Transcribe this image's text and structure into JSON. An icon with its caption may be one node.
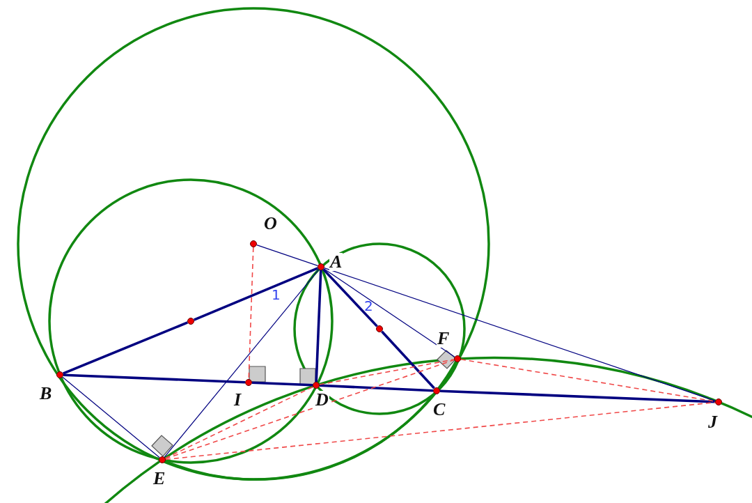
{
  "diagram": {
    "nodes": [
      {
        "text": [
          "O"
        ]
      },
      {
        "text": [
          "A"
        ]
      },
      {
        "text": [],
        "shape": "circle"
      },
      {
        "text": [],
        "shape": "circle"
      },
      {
        "text": [
          "F"
        ]
      },
      {
        "text": [
          "B"
        ]
      },
      {
        "text": [
          "I"
        ]
      },
      {
        "text": [
          "D"
        ]
      },
      {
        "text": [
          "C"
        ]
      },
      {
        "text": [
          "J"
        ]
      },
      {
        "text": [
          "E"
        ]
      }
    ],
    "edges": [
      {
        "from": 0,
        "to": 1,
        "arrow": "none"
      },
      {
        "from": 1,
        "to": 2,
        "arrow": "none",
        "style": "thick"
      },
      {
        "from": 2,
        "to": 5,
        "arrow": "none",
        "style": "thick"
      },
      {
        "from": 1,
        "to": 7,
        "arrow": "none",
        "style": "thick"
      },
      {
        "from": 1,
        "to": 3,
        "arrow": "none",
        "style": "thick"
      },
      {
        "from": 3,
        "to": 8,
        "arrow": "none",
        "style": "thick"
      },
      {
        "from": 5,
        "to": 6,
        "arrow": "none",
        "style": "thick"
      },
      {
        "from": 6,
        "to": 7,
        "arrow": "none",
        "style": "thick"
      },
      {
        "from": 7,
        "to": 8,
        "arrow": "none",
        "style": "thick"
      },
      {
        "from": 8,
        "to": 9,
        "arrow": "none",
        "style": "thick"
      },
      {
        "from": 1,
        "to": 4,
        "arrow": "none"
      },
      {
        "from": 1,
        "to": 9,
        "arrow": "none"
      },
      {
        "from": 1,
        "to": 10,
        "arrow": "none"
      },
      {
        "from": 5,
        "to": 10,
        "arrow": "none"
      },
      {
        "from": 0,
        "to": 6,
        "arrow": "none",
        "style": "dashed",
        "color": "#f04848"
      },
      {
        "from": 10,
        "to": 7,
        "arrow": "none",
        "style": "dashed",
        "color": "#f04848"
      },
      {
        "from": 10,
        "to": 4,
        "arrow": "none",
        "style": "dashed",
        "color": "#f04848"
      },
      {
        "from": 10,
        "to": 9,
        "arrow": "none",
        "style": "dashed",
        "color": "#f04848"
      },
      {
        "from": 7,
        "to": 4,
        "arrow": "none",
        "style": "dashed",
        "color": "#f04848"
      },
      {
        "from": 4,
        "to": 9,
        "arrow": "none",
        "style": "dashed",
        "color": "#f04848"
      }
    ],
    "labels": [
      "1",
      "2"
    ]
  }
}
